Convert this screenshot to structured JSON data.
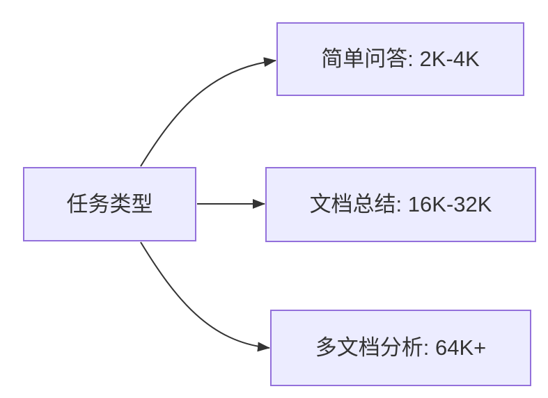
{
  "diagram": {
    "type": "flowchart",
    "direction": "left-to-right",
    "colors": {
      "node_fill": "#ECECFF",
      "node_border": "#9370DB",
      "edge_color": "#333333",
      "text_color": "#333333",
      "background": "#FFFFFF"
    },
    "root": {
      "label": "任务类型"
    },
    "branches": [
      {
        "label": "简单问答: 2K-4K"
      },
      {
        "label": "文档总结: 16K-32K"
      },
      {
        "label": "多文档分析: 64K+"
      }
    ],
    "edges": [
      {
        "from": "任务类型",
        "to": "简单问答: 2K-4K"
      },
      {
        "from": "任务类型",
        "to": "文档总结: 16K-32K"
      },
      {
        "from": "任务类型",
        "to": "多文档分析: 64K+"
      }
    ]
  }
}
